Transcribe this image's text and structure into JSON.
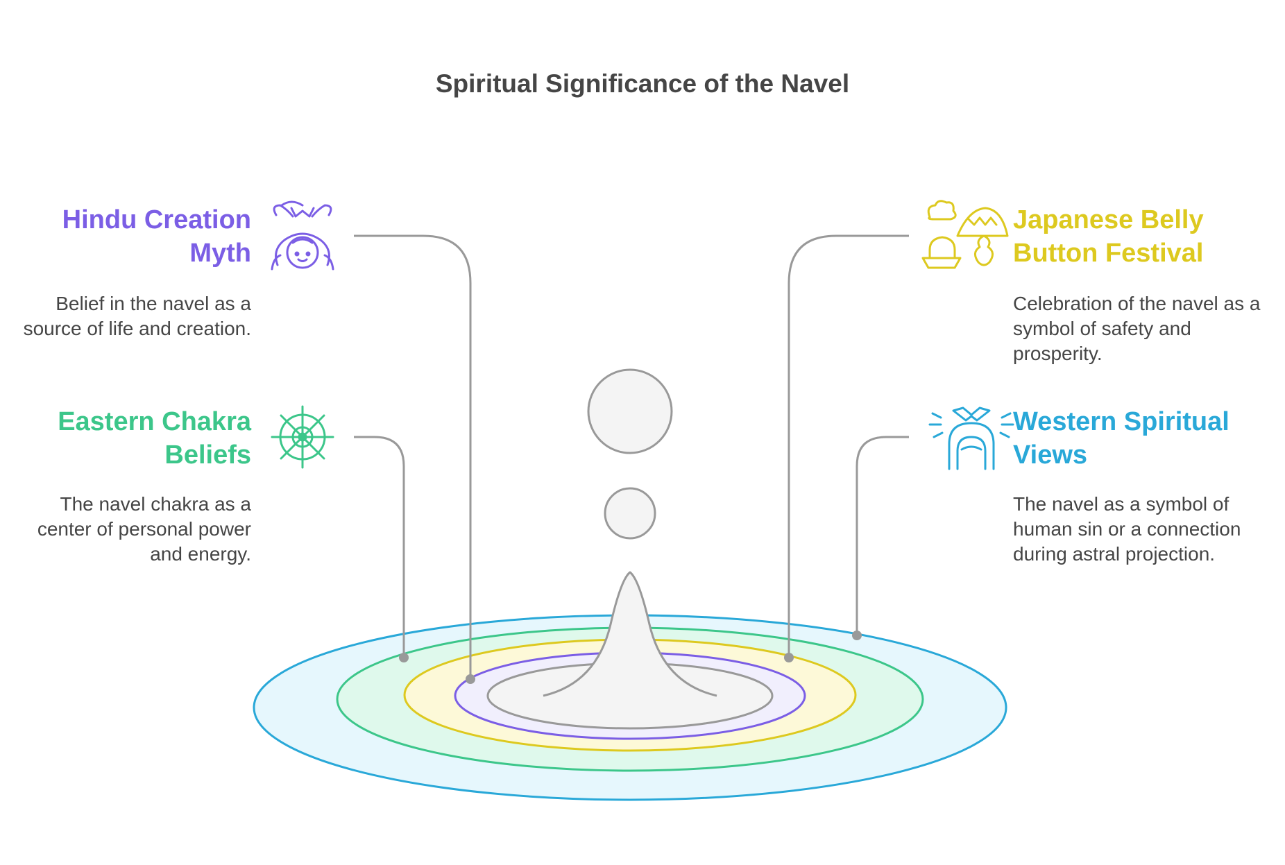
{
  "title": "Spiritual Significance of the Navel",
  "colors": {
    "purple": "#7b5ee5",
    "green": "#3cc68a",
    "yellow": "#ddc91f",
    "blue": "#29a8d8",
    "connector": "#999999",
    "text": "#454545"
  },
  "items": {
    "hindu": {
      "title": "Hindu Creation Myth",
      "description": "Belief in the navel as a source of life and creation.",
      "icon": "deity-icon"
    },
    "chakra": {
      "title": "Eastern Chakra Beliefs",
      "description": "The navel chakra as a center of personal power and energy.",
      "icon": "chakra-wheel-icon"
    },
    "japan": {
      "title": "Japanese Belly Button Festival",
      "description": "Celebration of the navel as a symbol of safety and prosperity.",
      "icon": "festival-icon"
    },
    "western": {
      "title": "Western Spiritual Views",
      "description": "The navel as a symbol of human sin or a connection during astral projection.",
      "icon": "spiritual-figure-icon"
    }
  }
}
